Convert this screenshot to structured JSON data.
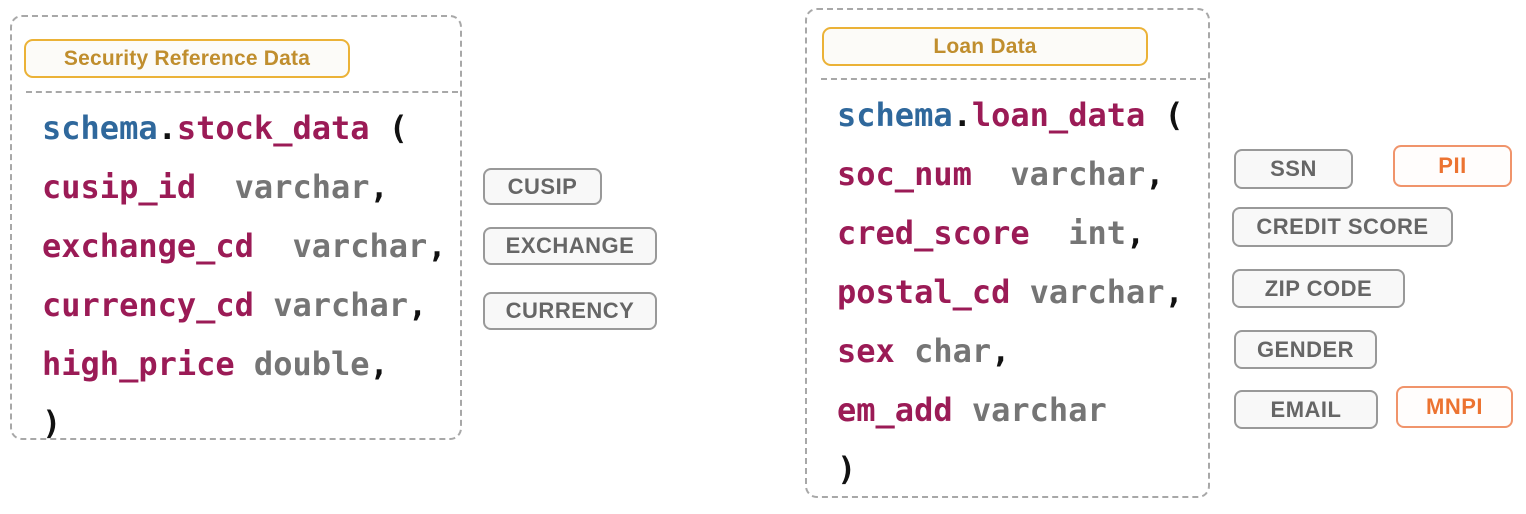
{
  "colors": {
    "keyword_blue": "#2f689c",
    "identifier_maroon": "#9b1b56",
    "type_gray": "#757575",
    "punctuation_black": "#111111",
    "gold_border": "#ebb237",
    "gold_text": "#c08e2e",
    "panel_border_gray": "#a8a8a8",
    "tag_border_gray": "#999999",
    "tag_text_gray": "#666666",
    "classification_orange": "#ec7331"
  },
  "left_panel": {
    "title": "Security Reference Data",
    "code": [
      [
        {
          "t": "schema",
          "c": "kw"
        },
        {
          "t": ".",
          "c": "pu"
        },
        {
          "t": "stock_data",
          "c": "id"
        },
        {
          "t": " (",
          "c": "pu"
        }
      ],
      [
        {
          "t": "cusip_id",
          "c": "id"
        },
        {
          "t": "  ",
          "c": "pu"
        },
        {
          "t": "varchar",
          "c": "ty"
        },
        {
          "t": ",",
          "c": "pu"
        }
      ],
      [
        {
          "t": "exchange_cd",
          "c": "id"
        },
        {
          "t": "  ",
          "c": "pu"
        },
        {
          "t": "varchar",
          "c": "ty"
        },
        {
          "t": ",",
          "c": "pu"
        }
      ],
      [
        {
          "t": "currency_cd",
          "c": "id"
        },
        {
          "t": " ",
          "c": "pu"
        },
        {
          "t": "varchar",
          "c": "ty"
        },
        {
          "t": ",",
          "c": "pu"
        }
      ],
      [
        {
          "t": "high_price",
          "c": "id"
        },
        {
          "t": " ",
          "c": "pu"
        },
        {
          "t": "double",
          "c": "ty"
        },
        {
          "t": ",",
          "c": "pu"
        }
      ],
      [
        {
          "t": ")",
          "c": "pu"
        }
      ]
    ],
    "tags": [
      {
        "label": "CUSIP"
      },
      {
        "label": "EXCHANGE"
      },
      {
        "label": "CURRENCY"
      }
    ]
  },
  "right_panel": {
    "title": "Loan Data",
    "code": [
      [
        {
          "t": "schema",
          "c": "kw"
        },
        {
          "t": ".",
          "c": "pu"
        },
        {
          "t": "loan_data",
          "c": "id"
        },
        {
          "t": " (",
          "c": "pu"
        }
      ],
      [
        {
          "t": "soc_num",
          "c": "id"
        },
        {
          "t": "  ",
          "c": "pu"
        },
        {
          "t": "varchar",
          "c": "ty"
        },
        {
          "t": ",",
          "c": "pu"
        }
      ],
      [
        {
          "t": "cred_score",
          "c": "id"
        },
        {
          "t": "  ",
          "c": "pu"
        },
        {
          "t": "int",
          "c": "ty"
        },
        {
          "t": ",",
          "c": "pu"
        }
      ],
      [
        {
          "t": "postal_cd",
          "c": "id"
        },
        {
          "t": " ",
          "c": "pu"
        },
        {
          "t": "varchar",
          "c": "ty"
        },
        {
          "t": ",",
          "c": "pu"
        }
      ],
      [
        {
          "t": "sex",
          "c": "id"
        },
        {
          "t": " ",
          "c": "pu"
        },
        {
          "t": "char",
          "c": "ty"
        },
        {
          "t": ",",
          "c": "pu"
        }
      ],
      [
        {
          "t": "em_add",
          "c": "id"
        },
        {
          "t": " ",
          "c": "pu"
        },
        {
          "t": "varchar",
          "c": "ty"
        }
      ],
      [
        {
          "t": ")",
          "c": "pu"
        }
      ]
    ],
    "tags": [
      {
        "label": "SSN"
      },
      {
        "label": "CREDIT SCORE"
      },
      {
        "label": "ZIP CODE"
      },
      {
        "label": "GENDER"
      },
      {
        "label": "EMAIL"
      }
    ],
    "classification_tags": [
      {
        "label": "PII"
      },
      {
        "label": "MNPI"
      }
    ]
  }
}
